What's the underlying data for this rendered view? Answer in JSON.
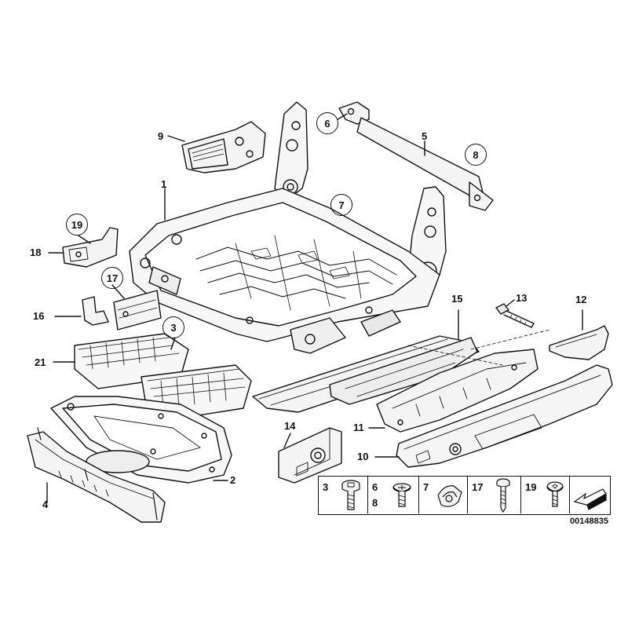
{
  "diagram": {
    "callouts": [
      "1",
      "2",
      "3",
      "4",
      "5",
      "6",
      "7",
      "8",
      "9",
      "10",
      "11",
      "12",
      "13",
      "14",
      "15",
      "16",
      "17",
      "18",
      "19",
      "21"
    ],
    "legend": {
      "cells": [
        {
          "numbers": [
            "3"
          ],
          "icon": "hex-bolt-icon"
        },
        {
          "numbers": [
            "6",
            "8"
          ],
          "icon": "phillips-screw-icon"
        },
        {
          "numbers": [
            "7"
          ],
          "icon": "clip-nut-icon"
        },
        {
          "numbers": [
            "17"
          ],
          "icon": "long-screw-icon"
        },
        {
          "numbers": [
            "19"
          ],
          "icon": "torx-screw-icon"
        },
        {
          "numbers": [],
          "icon": "direction-arrow-icon"
        }
      ]
    },
    "catalog_number": "00148835"
  }
}
